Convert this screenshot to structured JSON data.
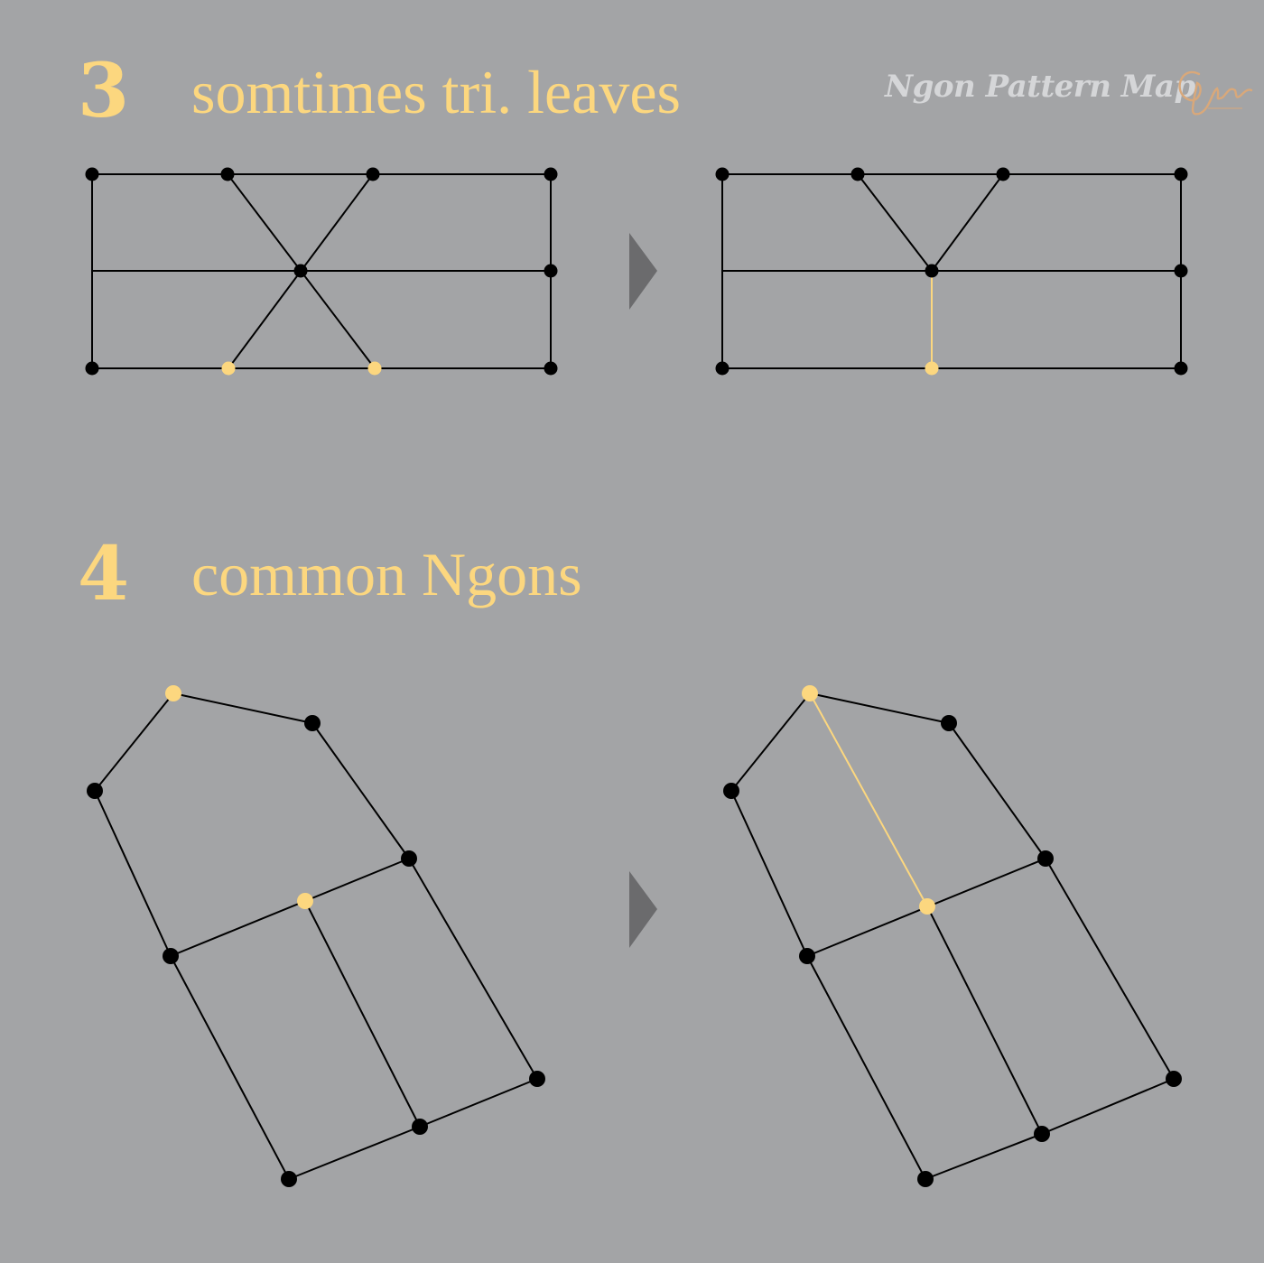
{
  "sections": [
    {
      "number": "3",
      "title": "somtimes tri. leaves"
    },
    {
      "number": "4",
      "title": "common Ngons"
    }
  ],
  "brand": {
    "text": "Ngon Pattern Map",
    "logo": "signature-logo"
  },
  "colors": {
    "background": "#a3a4a6",
    "accent": "#fcd77f",
    "edge": "#000000",
    "arrow": "#6b6b6d"
  },
  "icons": [
    "arrow-right-icon"
  ]
}
